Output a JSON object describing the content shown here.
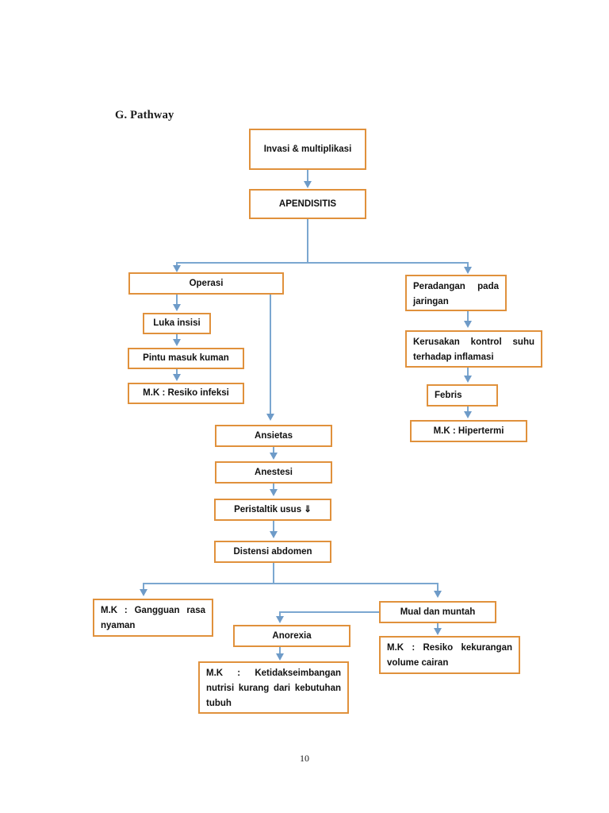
{
  "document": {
    "heading": "G. Pathway",
    "page_number": "10"
  },
  "colors": {
    "node_border": "#E0913C",
    "connector": "#7BA7D0",
    "text": "#111111",
    "background": "#FFFFFF"
  },
  "chart_data": {
    "type": "diagram",
    "title": "G. Pathway",
    "subtype": "flowchart",
    "nodes": [
      {
        "id": "invasi",
        "label": "Invasi & multiplikasi"
      },
      {
        "id": "apendisitis",
        "label": "APENDISITIS"
      },
      {
        "id": "operasi",
        "label": "Operasi"
      },
      {
        "id": "peradangan",
        "label": "Peradangan  pada jaringan"
      },
      {
        "id": "luka",
        "label": "Luka insisi"
      },
      {
        "id": "kerusakan",
        "label": "Kerusakan   kontrol   suhu terhadap inflamasi"
      },
      {
        "id": "pintu",
        "label": "Pintu masuk kuman"
      },
      {
        "id": "febris",
        "label": "Febris"
      },
      {
        "id": "mk_infeksi",
        "label": "M.K : Resiko infeksi"
      },
      {
        "id": "mk_hipertermi",
        "label": "M.K : Hipertermi"
      },
      {
        "id": "ansietas",
        "label": "Ansietas"
      },
      {
        "id": "anestesi",
        "label": "Anestesi"
      },
      {
        "id": "peristaltik",
        "label": "Peristaltik usus ⇓"
      },
      {
        "id": "distensi",
        "label": "Distensi abdomen"
      },
      {
        "id": "mk_nyaman",
        "label": "M.K : Gangguan rasa nyaman"
      },
      {
        "id": "anorexia",
        "label": "Anorexia"
      },
      {
        "id": "mual",
        "label": "Mual dan muntah"
      },
      {
        "id": "mk_nutrisi",
        "label": "M.K  :  Ketidakseimbangan nutrisi   kurang   dari kebutuhan tubuh"
      },
      {
        "id": "mk_cairan",
        "label": "M.K  :  Resiko  kekurangan volume cairan"
      }
    ],
    "edges": [
      {
        "from": "invasi",
        "to": "apendisitis"
      },
      {
        "from": "apendisitis",
        "to": "operasi"
      },
      {
        "from": "apendisitis",
        "to": "peradangan"
      },
      {
        "from": "operasi",
        "to": "luka"
      },
      {
        "from": "operasi",
        "to": "ansietas"
      },
      {
        "from": "peradangan",
        "to": "kerusakan"
      },
      {
        "from": "luka",
        "to": "pintu"
      },
      {
        "from": "pintu",
        "to": "mk_infeksi"
      },
      {
        "from": "kerusakan",
        "to": "febris"
      },
      {
        "from": "febris",
        "to": "mk_hipertermi"
      },
      {
        "from": "ansietas",
        "to": "anestesi"
      },
      {
        "from": "anestesi",
        "to": "peristaltik"
      },
      {
        "from": "peristaltik",
        "to": "distensi"
      },
      {
        "from": "distensi",
        "to": "mk_nyaman"
      },
      {
        "from": "distensi",
        "to": "mual"
      },
      {
        "from": "mual",
        "to": "anorexia"
      },
      {
        "from": "mual",
        "to": "mk_cairan"
      },
      {
        "from": "anorexia",
        "to": "mk_nutrisi"
      }
    ]
  }
}
